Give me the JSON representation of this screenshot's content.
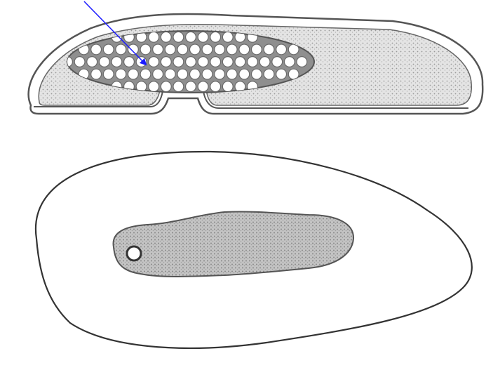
{
  "figure": {
    "background_color": "#ffffff",
    "outline_color": "#555555",
    "arrow_color": "#1a1aff",
    "stipple_color": "#d9d9d9",
    "dark_fill_color": "#bdbdbd",
    "bubble_ring_color": "#6a6a6a"
  },
  "top_specimen": {
    "icon": "elongated-cell-with-vacuolated-granules",
    "gap_count": 1,
    "vacuole_cluster": {
      "rows": 5
    }
  },
  "bottom_specimen": {
    "icon": "ovoid-cell-with-elongated-nucleus",
    "nucleolus_count": 1
  },
  "pointer": {
    "icon": "arrow-icon",
    "target": "vacuole-cluster"
  }
}
